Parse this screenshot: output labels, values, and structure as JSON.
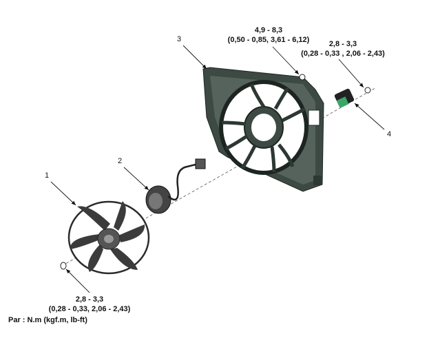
{
  "callouts": [
    {
      "number": "1",
      "part": "fan"
    },
    {
      "number": "2",
      "part": "fan-motor"
    },
    {
      "number": "3",
      "part": "fan-shroud"
    },
    {
      "number": "4",
      "part": "resistor"
    }
  ],
  "torques": {
    "shroud_bolt": {
      "range": "4,9 - 8,3",
      "alt": "(0,50 - 0,85, 3,61 - 6,12)"
    },
    "resistor_screw": {
      "range": "2,8 - 3,3",
      "alt": "(0,28 - 0,33 , 2,06 - 2,43)"
    },
    "fan_nut": {
      "range": "2,8 - 3,3",
      "alt": "(0,28 - 0,33, 2,06 - 2,43)"
    }
  },
  "units_note": "Par : N.m (kgf.m, lb-ft)"
}
